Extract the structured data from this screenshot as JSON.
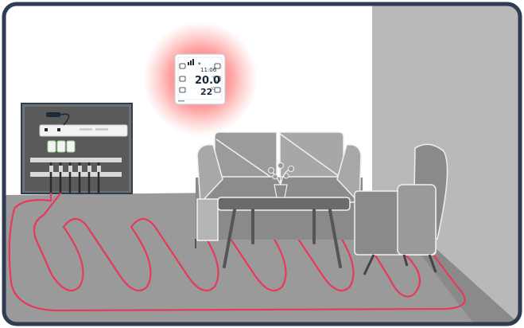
{
  "thermostat": {
    "time": "11:06",
    "target_temperature": "20.0",
    "target_unit": "°C",
    "room_temperature": "22",
    "room_unit": "°C"
  },
  "colors": {
    "frame": "#2c3e50",
    "wall": "#ffffff",
    "side_wall": "#b9b9b9",
    "floor": "#9a9a9a",
    "heating_pipe": "#e8395a",
    "heat_glow": "#ff3b3b",
    "furniture": "#7f7f7f",
    "manifold_cabinet": "#6f6f6f"
  },
  "icons": {
    "thermostat": "thermostat-icon",
    "manifold": "manifold-icon",
    "sofa": "sofa-icon",
    "armchair": "armchair-icon",
    "table": "coffee-table-icon",
    "plant": "plant-icon"
  }
}
